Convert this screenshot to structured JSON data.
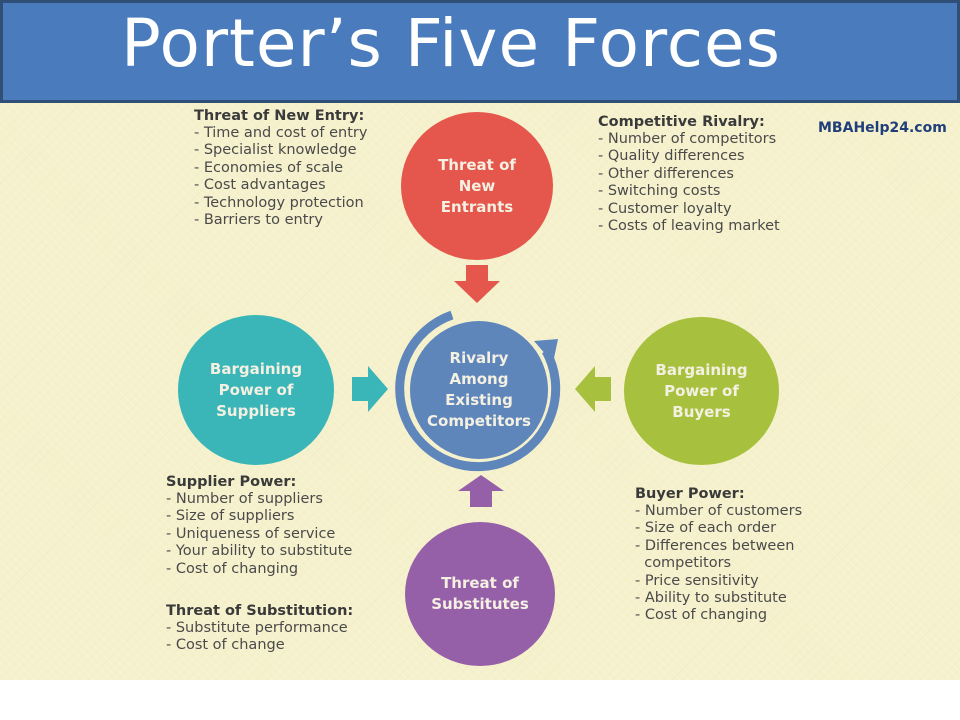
{
  "title": "Porter’s Five Forces",
  "watermark": "MBAHelp24.com",
  "forces": {
    "new_entrants": "Threat of\nNew\nEntrants",
    "suppliers": "Bargaining\nPower of\nSuppliers",
    "buyers": "Bargaining\nPower of\nBuyers",
    "substitutes": "Threat of\nSubstitutes",
    "rivalry": "Rivalry\nAmong\nExisting\nCompetitors"
  },
  "lists": {
    "new_entry": {
      "heading": "Threat of New Entry:",
      "items": [
        "- Time and cost of entry",
        "- Specialist knowledge",
        "- Economies of scale",
        "- Cost advantages",
        "- Technology protection",
        "- Barriers to entry"
      ]
    },
    "competitive_rivalry": {
      "heading": "Competitive Rivalry:",
      "items": [
        "- Number of competitors",
        "- Quality differences",
        "- Other differences",
        "- Switching costs",
        "- Customer loyalty",
        "- Costs of leaving market"
      ]
    },
    "supplier_power": {
      "heading": "Supplier Power:",
      "items": [
        "- Number of suppliers",
        "- Size of suppliers",
        "- Uniqueness of service",
        "- Your ability to substitute",
        "- Cost of changing"
      ]
    },
    "buyer_power": {
      "heading": "Buyer Power:",
      "items": [
        "- Number of customers",
        "- Size of each order",
        "- Differences between",
        "  competitors",
        "- Price sensitivity",
        "- Ability to substitute",
        "- Cost of changing"
      ]
    },
    "substitution": {
      "heading": "Threat of Substitution:",
      "items": [
        "- Substitute performance",
        "- Cost of change"
      ]
    }
  },
  "colors": {
    "title_bar": "#4a7cbd",
    "background": "#f6f1cd",
    "new_entrants": "#e5574c",
    "suppliers": "#3ab6b8",
    "buyers": "#a7c13e",
    "substitutes": "#9660a9",
    "rivalry": "#5e86bb"
  }
}
